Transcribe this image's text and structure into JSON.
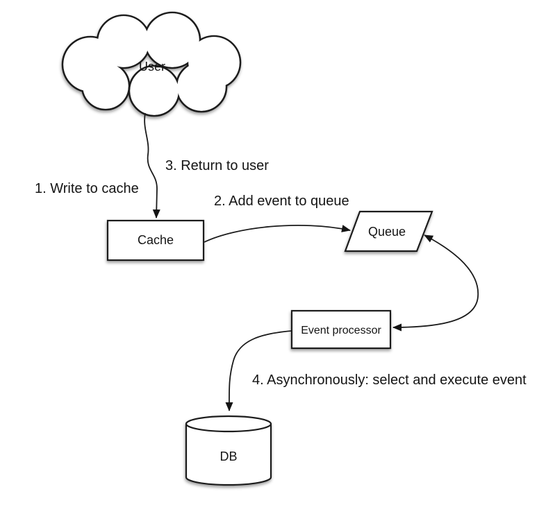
{
  "diagram": {
    "background": "#ffffff",
    "stroke_color": "#1c1c1c",
    "text_color": "#141414",
    "nodes": {
      "user": {
        "label": "User",
        "shape": "cloud"
      },
      "cache": {
        "label": "Cache",
        "shape": "rectangle"
      },
      "queue": {
        "label": "Queue",
        "shape": "parallelogram"
      },
      "event_processor": {
        "label": "Event processor",
        "shape": "rectangle"
      },
      "db": {
        "label": "DB",
        "shape": "cylinder"
      }
    },
    "edges": [
      {
        "from": "user",
        "to": "cache",
        "label": "1. Write to cache"
      },
      {
        "from": "cache",
        "to": "queue",
        "label": "2. Add event to queue"
      },
      {
        "from": "cache",
        "to": "user",
        "label": "3. Return to user"
      },
      {
        "from": "queue",
        "to": "event_processor",
        "bidirectional": true,
        "label": ""
      },
      {
        "from": "event_processor",
        "to": "db",
        "label": "4. Asynchronously: select and execute event"
      }
    ]
  }
}
